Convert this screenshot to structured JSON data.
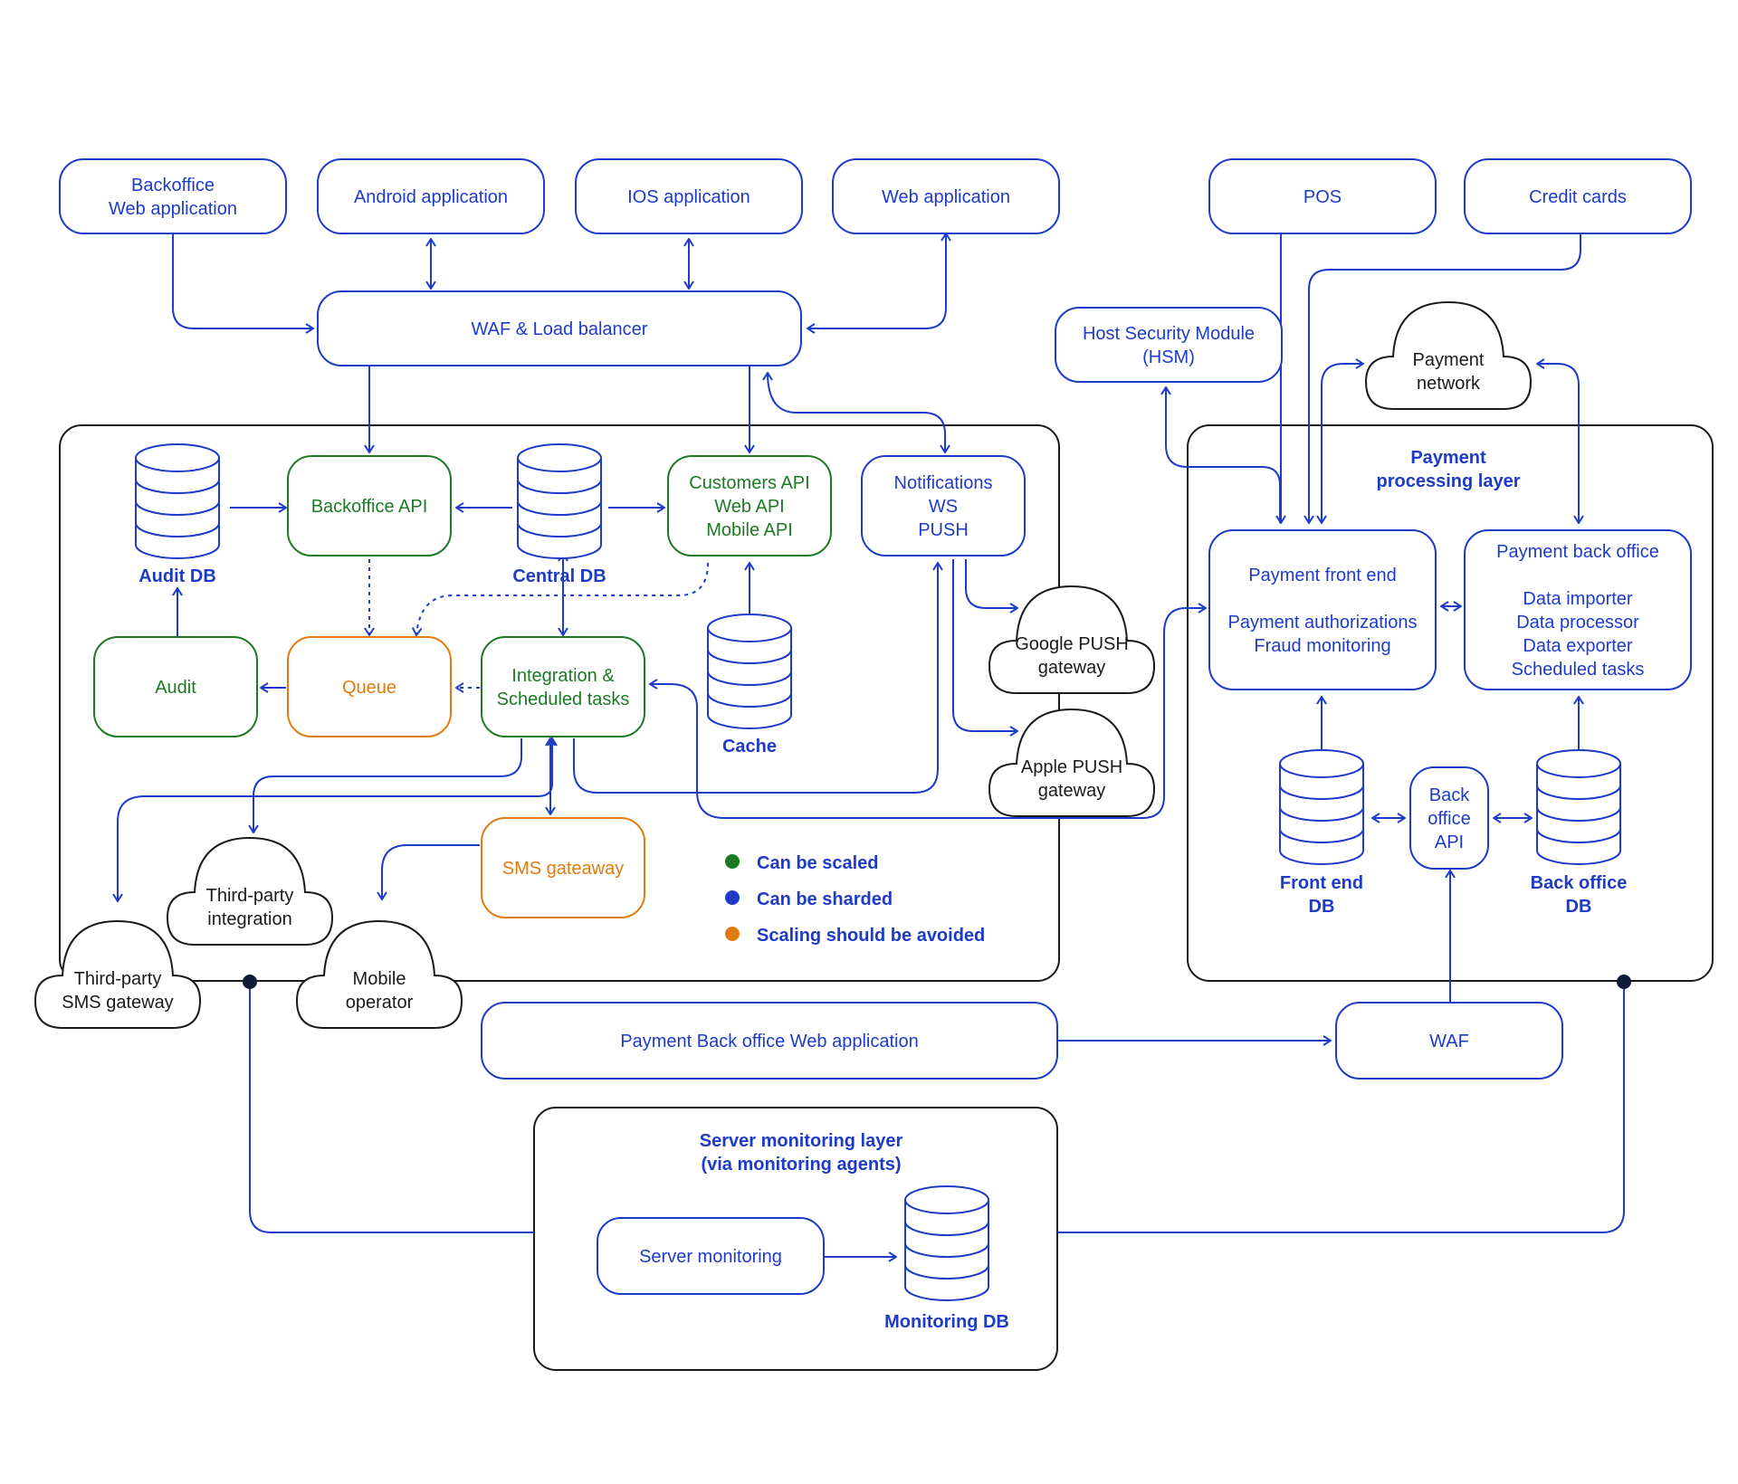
{
  "colors": {
    "blue": "#1d3bc8",
    "green": "#1d7a24",
    "orange": "#e07b10",
    "dark": "#1a1a1a",
    "dot": "#0f1a3a"
  },
  "boxes": {
    "backoffice_web": [
      "Backoffice",
      "Web application"
    ],
    "android_app": [
      "Android application"
    ],
    "ios_app": [
      "IOS application"
    ],
    "web_app": [
      "Web application"
    ],
    "pos": [
      "POS"
    ],
    "credit_cards": [
      "Credit cards"
    ],
    "waf_lb": [
      "WAF & Load balancer"
    ],
    "hsm": [
      "Host Security Module",
      "(HSM)"
    ],
    "backoffice_api": [
      "Backoffice API"
    ],
    "customers_api": [
      "Customers API",
      "Web API",
      "Mobile API"
    ],
    "notifications": [
      "Notifications",
      "WS",
      "PUSH"
    ],
    "audit": [
      "Audit"
    ],
    "queue": [
      "Queue"
    ],
    "integration": [
      "Integration &",
      "Scheduled tasks"
    ],
    "sms_gateway": [
      "SMS gateaway"
    ],
    "payment_front_end": [
      "Payment front end",
      "",
      "Payment authorizations",
      "Fraud monitoring"
    ],
    "payment_back_office": [
      "Payment back office",
      "",
      "Data importer",
      "Data processor",
      "Data exporter",
      "Scheduled tasks"
    ],
    "back_office_api": [
      "Back",
      "office",
      "API"
    ],
    "payment_backoffice_web": [
      "Payment Back office Web application"
    ],
    "waf": [
      "WAF"
    ],
    "server_monitoring": [
      "Server monitoring"
    ]
  },
  "clouds": {
    "payment_network": [
      "Payment",
      "network"
    ],
    "google_push": [
      "Google PUSH",
      "gateway"
    ],
    "apple_push": [
      "Apple PUSH",
      "gateway"
    ],
    "third_party_integration": [
      "Third-party",
      "integration"
    ],
    "third_party_sms": [
      "Third-party",
      "SMS gateway"
    ],
    "mobile_operator": [
      "Mobile",
      "operator"
    ]
  },
  "databases": {
    "audit_db": [
      "Audit DB"
    ],
    "central_db": [
      "Central DB"
    ],
    "cache": [
      "Cache"
    ],
    "front_end_db": [
      "Front end",
      "DB"
    ],
    "back_office_db": [
      "Back office",
      "DB"
    ],
    "monitoring_db": [
      "Monitoring DB"
    ]
  },
  "containers": {
    "payment_layer": [
      "Payment",
      "processing layer"
    ],
    "monitoring_layer": [
      "Server monitoring layer",
      "(via monitoring agents)"
    ]
  },
  "legend": [
    {
      "label": "Can be scaled",
      "color": "#1d7a24"
    },
    {
      "label": "Can be sharded",
      "color": "#1d3bc8"
    },
    {
      "label": "Scaling should be avoided",
      "color": "#e07b10"
    }
  ]
}
